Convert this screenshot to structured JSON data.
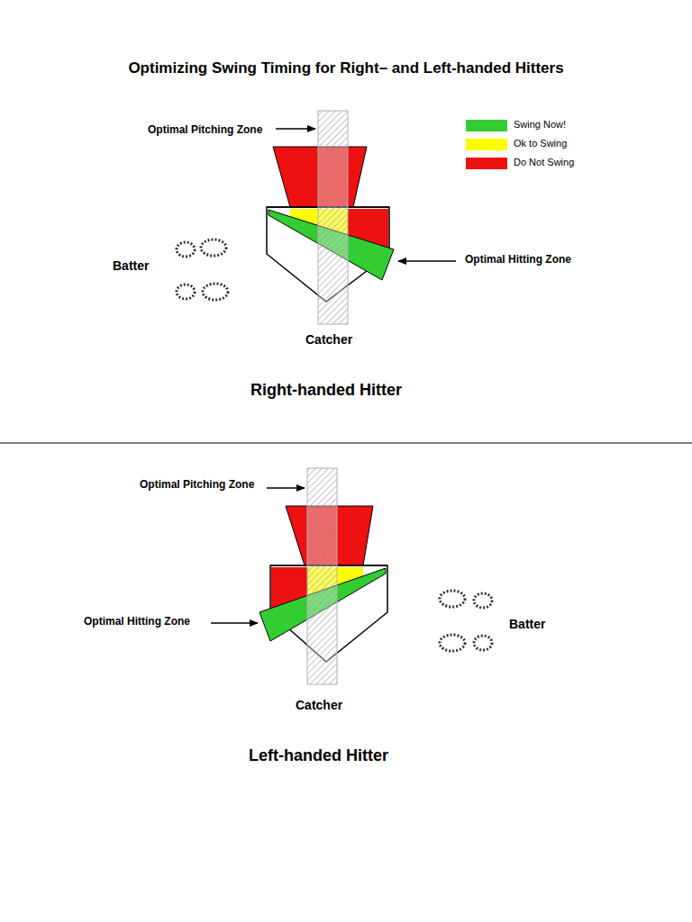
{
  "diagram": {
    "title": "Optimizing Swing Timing for Right– and Left-handed Hitters",
    "labels": [
      "Optimal Pitching Zone",
      "Batter",
      "Optimal Hitting Zone",
      "Catcher",
      "Right-handed Hitter",
      "Optimal Pitching Zone",
      "Optimal Hitting Zone",
      "Batter",
      "Catcher",
      "Left-handed Hitter"
    ],
    "legend": [
      {
        "text": "Swing Now!",
        "color": "#33cc33"
      },
      {
        "text": "Ok to Swing",
        "color": "#ffff00"
      },
      {
        "text": "Do Not Swing",
        "color": "#ee1111"
      }
    ]
  }
}
